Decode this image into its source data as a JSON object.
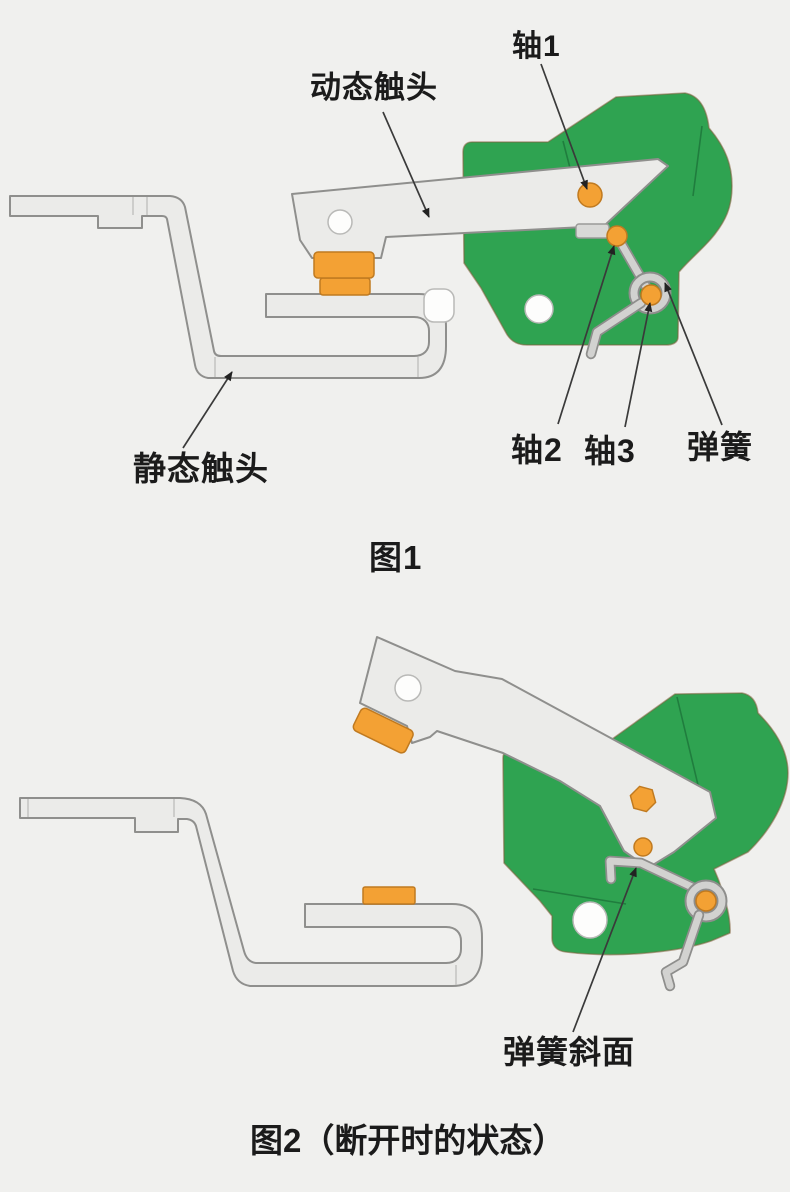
{
  "colors": {
    "background": "#f0f0ee",
    "green": "#2fa351",
    "orange": "#f3a134",
    "metal": "#ebebe9",
    "metal_edge": "#8f8f8d",
    "wire": "#d2d2d0",
    "wire_edge": "#8e8e8c",
    "ink": "#1b1b1b",
    "leader": "#3a3a3a"
  },
  "figure1": {
    "caption": "图1",
    "labels": {
      "moving_contact": "动态触头",
      "shaft1": "轴1",
      "shaft2": "轴2",
      "shaft3": "轴3",
      "spring": "弹簧",
      "static_contact": "静态触头"
    }
  },
  "figure2": {
    "caption": "图2（断开时的状态）",
    "labels": {
      "spring_slope": "弹簧斜面"
    }
  }
}
